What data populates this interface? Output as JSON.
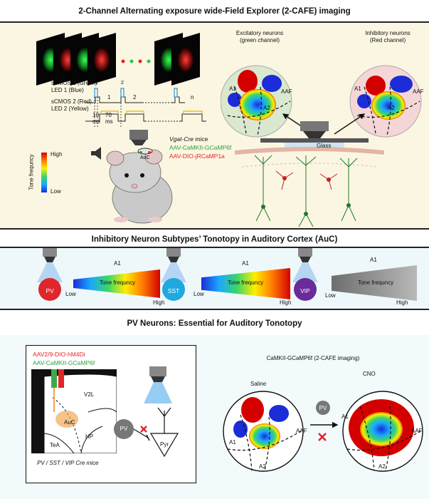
{
  "header": {
    "title": "2-Channel Alternating exposure wide-Field Explorer (2-CAFE) imaging"
  },
  "panel_a": {
    "timing": {
      "scmos1": "sCMOS 1 (Green)",
      "led1": "LED 1 (Blue)",
      "scmos2": "sCMOS 2 (Red)",
      "led2": "LED 2 (Yellow)",
      "frame_1": "1",
      "frame_2": "2",
      "frame_n": "n",
      "exp_1": "1",
      "exp_2": "2",
      "ms10": "10",
      "ms70": "70",
      "ms_unit_a": "ms",
      "ms_unit_b": "ms"
    },
    "colorbar": {
      "label": "Tone frequncy",
      "high": "High",
      "low": "Low"
    },
    "mouse": {
      "line_italic": "Vgat-Cre",
      "line_rest": " mice",
      "virus_green": "AAV-CaMKII-GCaMP6f",
      "virus_red": "AAV-DIO-jRCaMP1a",
      "auc": "AuC"
    },
    "glass": "Glass",
    "map_exc": {
      "title1": "Excitatory neurons",
      "title2": "(green channel)",
      "a1": "A1",
      "a2": "A2",
      "aaf": "AAF"
    },
    "map_inh": {
      "title1": "Inhibitory neurons",
      "title2": "(Red channel)",
      "a1": "A1",
      "a2": "A2",
      "aaf": "AAF"
    },
    "colors": {
      "panel_bg": "#fbf6e2",
      "green": "#2e9e3e",
      "red": "#e0262b"
    }
  },
  "panel_b": {
    "title": "Inhibitory Neuron Subtypes’ Tonotopy in Auditory Cortex (AuC)",
    "items": [
      {
        "name": "PV",
        "a1": "A1",
        "low": "Low",
        "high": "High",
        "bar": "Tone frequncy",
        "color": "#e0262b"
      },
      {
        "name": "SST",
        "a1": "A1",
        "low": "Low",
        "high": "High",
        "bar": "Tone frequncy",
        "color": "#20a8e0"
      },
      {
        "name": "VIP",
        "a1": "A1",
        "low": "Low",
        "high": "High",
        "bar": "Tone frequncy",
        "color": "#6a2a9a"
      }
    ],
    "colors": {
      "panel_bg": "#eef8fb"
    }
  },
  "panel_c": {
    "title": "PV Neurons: Essential for Auditory Tonotopy",
    "box": {
      "virus_red": "AAV2/9-DIO-hM4Di",
      "virus_green": "AAV-CaMKII-GCaMP6f",
      "v2l": "V2L",
      "auc": "AuC",
      "hp": "HP",
      "tea": "TeA",
      "pv": "PV",
      "pyr": "Pyr",
      "mice": "PV / SST / VIP Cre mice"
    },
    "imaging": {
      "title": "CaMKII-GCaMP6f (2-CAFE imaging)",
      "saline": "Saline",
      "cno": "CNO",
      "pv": "PV",
      "a1": "A1",
      "a2": "A2",
      "aaf": "AAF"
    },
    "colors": {
      "panel_bg": "#f2fafc"
    }
  }
}
